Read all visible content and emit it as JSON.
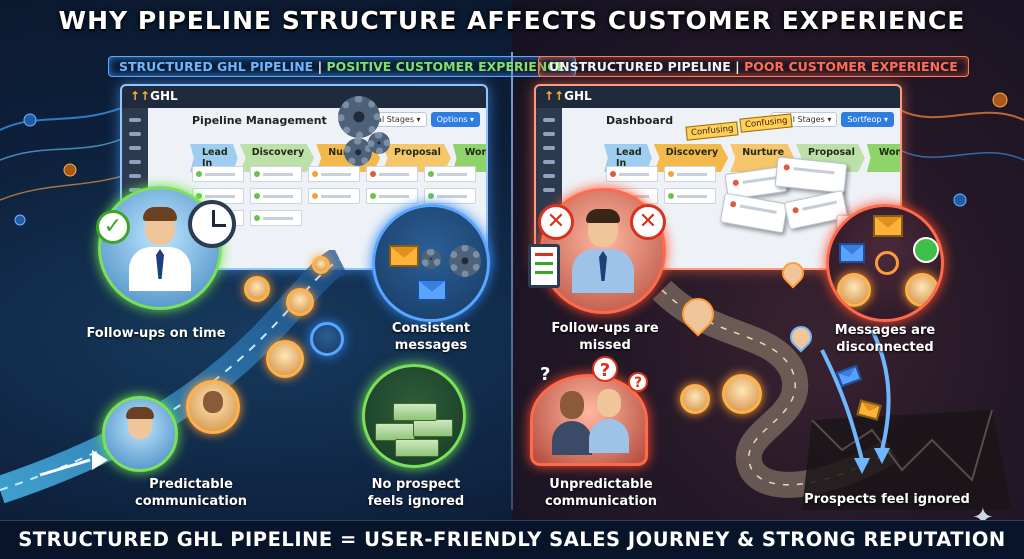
{
  "header": {
    "title": "WHY PIPELINE STRUCTURE AFFECTS CUSTOMER EXPERIENCE"
  },
  "left": {
    "subhead_a": "STRUCTURED GHL PIPELINE",
    "subhead_sep": " | ",
    "subhead_b": "POSITIVE CUSTOMER EXPERIENCE",
    "window": {
      "logo_a": "↑↑",
      "logo_b": "GHL",
      "title": "Pipeline Management",
      "chip1": "Deal Stages ▾",
      "chip2": "Options ▾",
      "stages": [
        "Lead In",
        "Discovery",
        "Nurture",
        "Proposal",
        "Won"
      ]
    },
    "labels": {
      "followups": "Follow-ups on time",
      "consistent": "Consistent messages",
      "predictable": "Predictable communication",
      "no_ignored": "No prospect feels ignored"
    }
  },
  "right": {
    "subhead_a": "UNSTRUCTURED PIPELINE",
    "subhead_sep": " | ",
    "subhead_b": "POOR CUSTOMER EXPERIENCE",
    "window": {
      "logo_a": "↑↑",
      "logo_b": "GHL",
      "title": "Dashboard",
      "chip1": "Deal Stages ▾",
      "chip2": "Sortfeop ▾",
      "confusing1": "Confusing",
      "confusing2": "Confusing",
      "stages": [
        "Lead In",
        "Discovery",
        "Nurture",
        "Proposal",
        "Won"
      ]
    },
    "labels": {
      "missed": "Follow-ups are missed",
      "disconnected": "Messages are disconnected",
      "unpredictable": "Unpredictable communication",
      "ignored": "Prospects feel ignored"
    }
  },
  "footer": {
    "tagline": "STRUCTURED GHL PIPELINE = USER-FRIENDLY SALES JOURNEY & STRONG REPUTATION"
  },
  "colors": {
    "positive": "#7fe26b",
    "structured": "#6fb6ff",
    "negative": "#ff6e55"
  },
  "icons": [
    "check-icon",
    "clock-icon",
    "gear-icon",
    "envelope-icon",
    "money-stack-icon",
    "x-mark-icon",
    "question-mark-icon",
    "phone-icon",
    "chat-icon",
    "sparkle-icon"
  ]
}
